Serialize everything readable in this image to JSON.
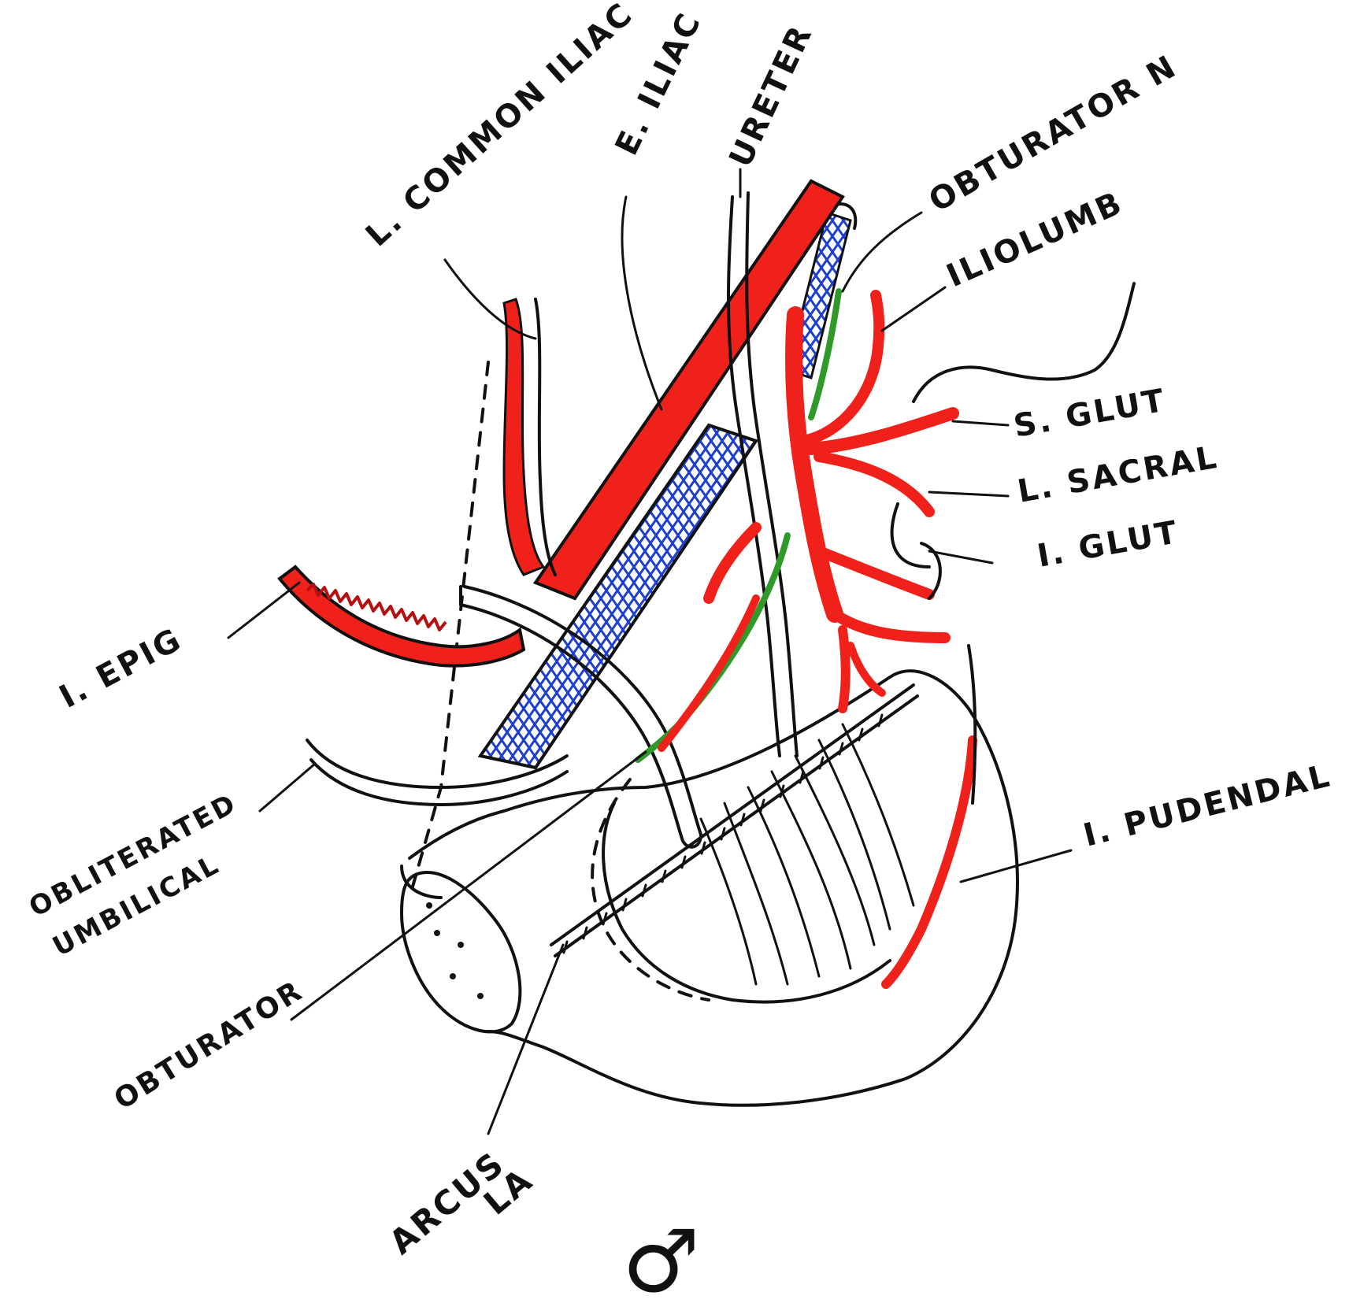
{
  "colors": {
    "ink": "#111111",
    "artery": "#f0211b",
    "vein": "#1f3fd0",
    "nerve": "#2f9a2a",
    "paper": "#ffffff"
  },
  "labels": {
    "common_iliac": "L. COMMON ILIAC",
    "ext_iliac": "E. ILIAC",
    "ureter": "URETER",
    "obturator_n": "OBTURATOR N",
    "iliolumbar": "ILIOLUMB",
    "sup_gluteal": "S. GLUT",
    "lat_sacral": "L. SACRAL",
    "inf_gluteal": "I. GLUT",
    "inf_epigastric": "I. EPIG",
    "obliterated_umbilical": [
      "OBLITERATED",
      "UMBILICAL"
    ],
    "obturator": "OBTURATOR",
    "int_pudendal": "I. PUDENDAL",
    "arcus": [
      "ARCUS",
      "LA"
    ],
    "male_symbol": "♂"
  },
  "icons": [
    "male-symbol-icon"
  ]
}
